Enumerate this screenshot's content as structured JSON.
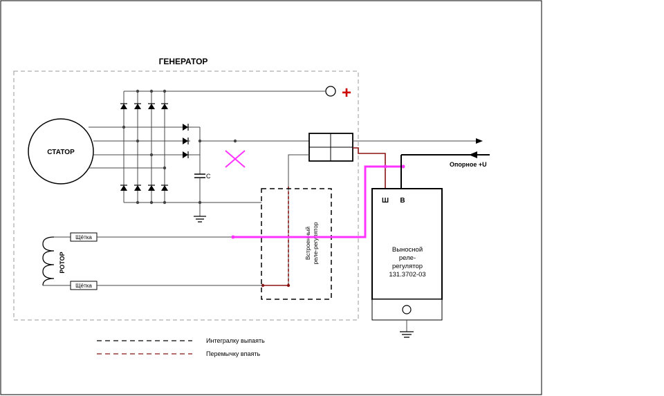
{
  "title": "ГЕНЕРАТОР",
  "stator": "СТАТОР",
  "rotor": "РОТОР",
  "brush": "Щётка",
  "capacitor": "C",
  "plus": "+",
  "ref_voltage": "Опорное +U",
  "builtin_regulator": [
    "Встроенный",
    "реле-регулятор"
  ],
  "ext_terminals": {
    "sh": "Ш",
    "v": "В"
  },
  "ext_regulator": [
    "Выносной",
    "реле-",
    "регулятор",
    "131.3702-03"
  ],
  "legend": [
    {
      "label": "Интегралку выпаять",
      "color": "#000000"
    },
    {
      "label": "Перемычку впаять",
      "color": "#8b1010"
    }
  ],
  "colors": {
    "wire": "#444444",
    "jumper": "#8b1010",
    "added_wire": "#ff33ff",
    "cut_mark": "#ff33ff",
    "plus_mark": "#cc0000"
  }
}
